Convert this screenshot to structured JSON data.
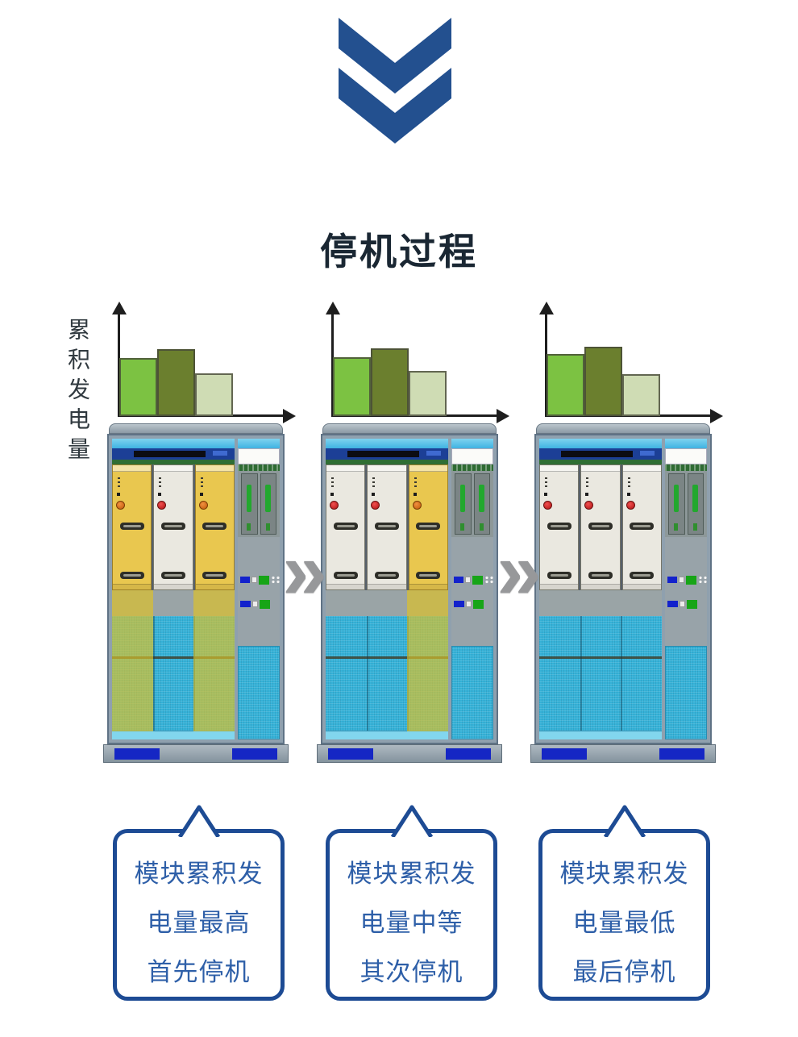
{
  "title": "停机过程",
  "header_icon": {
    "name": "double-chevron-down-icon",
    "color": "#23508f"
  },
  "y_axis_label": "累积发电量",
  "flow_arrow": {
    "glyph": "»",
    "color": "#97989a"
  },
  "colors": {
    "accent_blue": "#1d4b94",
    "callout_text_blue": "#2e5fa8",
    "title_dark": "#1a2733",
    "module_highlight_yellow": "#e9c74f",
    "vent_cyan": "#35b2d8",
    "footer_navy": "#1526c4",
    "bar_bright_green": "#7cc242",
    "bar_dark_olive": "#6b7f2e",
    "bar_pale_green": "#cfdcb4"
  },
  "chart_data": [
    {
      "type": "bar",
      "title": "",
      "xlabel": "",
      "ylabel": "累积发电量",
      "categories": [
        "module-1",
        "module-2",
        "module-3"
      ],
      "tick_labels_visible": false,
      "values": [
        72,
        83,
        53
      ],
      "value_unit": "relative height (no numeric axis shown)",
      "ylim": [
        0,
        130
      ],
      "grid": false,
      "colors": [
        "#7cc242",
        "#6b7f2e",
        "#cfdcb4"
      ]
    },
    {
      "type": "bar",
      "title": "",
      "xlabel": "",
      "ylabel": "累积发电量",
      "categories": [
        "module-1",
        "module-2",
        "module-3"
      ],
      "tick_labels_visible": false,
      "values": [
        73,
        84,
        56
      ],
      "value_unit": "relative height (no numeric axis shown)",
      "ylim": [
        0,
        130
      ],
      "grid": false,
      "colors": [
        "#7cc242",
        "#6b7f2e",
        "#cfdcb4"
      ]
    },
    {
      "type": "bar",
      "title": "",
      "xlabel": "",
      "ylabel": "累积发电量",
      "categories": [
        "module-1",
        "module-2",
        "module-3"
      ],
      "tick_labels_visible": false,
      "values": [
        77,
        86,
        52
      ],
      "value_unit": "relative height (no numeric axis shown)",
      "ylim": [
        0,
        130
      ],
      "grid": false,
      "colors": [
        "#7cc242",
        "#6b7f2e",
        "#cfdcb4"
      ]
    }
  ],
  "cabinets": [
    {
      "name": "cabinet-stage-1",
      "modules": [
        {
          "highlighted": true
        },
        {
          "highlighted": false
        },
        {
          "highlighted": true
        }
      ]
    },
    {
      "name": "cabinet-stage-2",
      "modules": [
        {
          "highlighted": false
        },
        {
          "highlighted": false
        },
        {
          "highlighted": true
        }
      ]
    },
    {
      "name": "cabinet-stage-3",
      "modules": [
        {
          "highlighted": false
        },
        {
          "highlighted": false
        },
        {
          "highlighted": false
        }
      ]
    }
  ],
  "callouts": [
    {
      "lines": [
        "模块累积发",
        "电量最高",
        "首先停机"
      ]
    },
    {
      "lines": [
        "模块累积发",
        "电量中等",
        "其次停机"
      ]
    },
    {
      "lines": [
        "模块累积发",
        "电量最低",
        "最后停机"
      ]
    }
  ]
}
